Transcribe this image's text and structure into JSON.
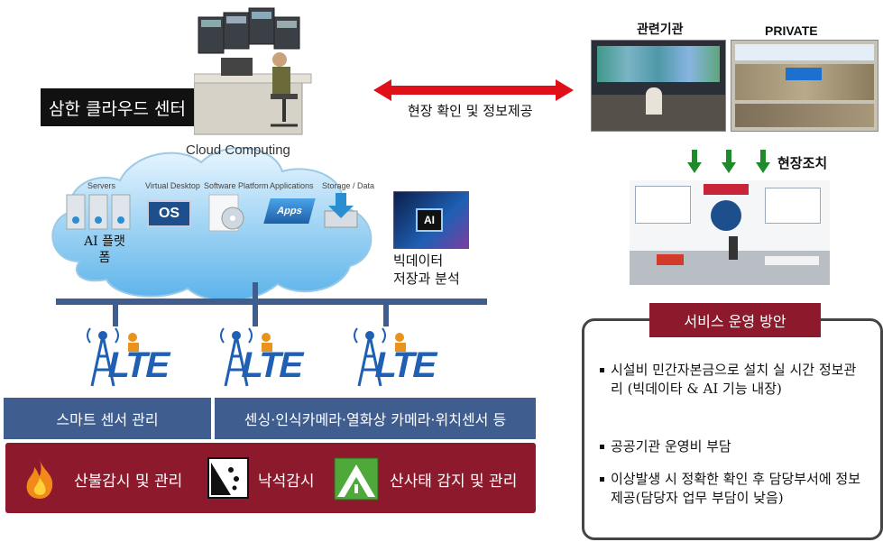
{
  "center_title": "삼한 클라우드 센터",
  "cloud": {
    "label": "Cloud Computing",
    "items": [
      "Servers",
      "Virtual Desktop",
      "Software Platform",
      "Applications",
      "Storage / Data"
    ],
    "os_label": "OS",
    "apps_label": "Apps",
    "ai_label": "AI 플랫\n폼",
    "chip_label": "AI"
  },
  "bigdata_label": "빅데이터\n저장과 분석",
  "lte_text": "LTE",
  "arrow_label": "현장 확인 및 정보제공",
  "photos": {
    "agency": "관련기관",
    "private": "PRIVATE"
  },
  "field_action": "현장조치",
  "bars": {
    "smart_sensor": "스마트 센서 관리",
    "sensing": "센싱·인식카메라·열화상 카메라·위치센서 등"
  },
  "monitoring": [
    {
      "label": "산불감시 및 관리",
      "icon": "fire-icon"
    },
    {
      "label": "낙석감시",
      "icon": "rockfall-icon"
    },
    {
      "label": "산사태 감지 및 관리",
      "icon": "landslide-icon"
    }
  ],
  "service": {
    "title": "서비스 운영 방안",
    "items": [
      "시설비 민간자본금으로 설치 실 시간 정보관리 (빅데이타 & AI 기능 내장)",
      "공공기관 운영비 부담",
      "이상발생 시 정확한 확인 후 담당부서에 정보제공(담당자 업무 부담이 낮음)"
    ]
  },
  "colors": {
    "dark_red": "#8c1a2c",
    "steel_blue": "#3f5e8f",
    "arrow_red": "#e0101a",
    "arrow_green": "#1f8a2b",
    "lte_blue": "#1f5fb4"
  }
}
